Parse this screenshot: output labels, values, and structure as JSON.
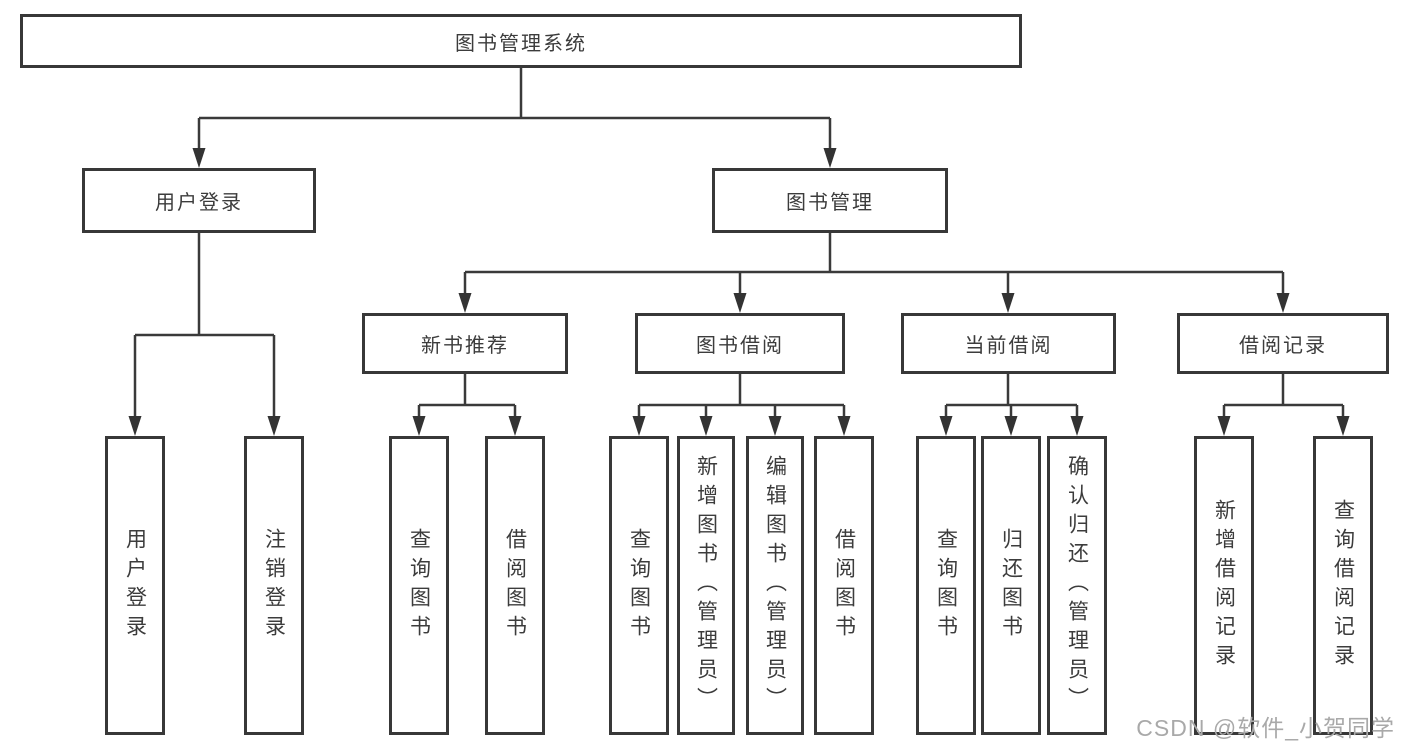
{
  "diagram_title": "图书管理系统",
  "nodes": {
    "root": "图书管理系统",
    "user_login": "用户登录",
    "book_mgmt": "图书管理",
    "new_book_rec": "新书推荐",
    "book_borrow": "图书借阅",
    "current_borrow": "当前借阅",
    "borrow_records": "借阅记录",
    "leaf_user_login": "用户登录",
    "leaf_logout": "注销登录",
    "leaf_query_books_1": "查询图书",
    "leaf_borrow_books_1": "借阅图书",
    "leaf_query_books_2": "查询图书",
    "leaf_add_books": "新增图书（管理员）",
    "leaf_edit_books": "编辑图书（管理员）",
    "leaf_borrow_books_2": "借阅图书",
    "leaf_query_books_3": "查询图书",
    "leaf_return_books": "归还图书",
    "leaf_confirm_return": "确认归还（管理员）",
    "leaf_add_borrow_record": "新增借阅记录",
    "leaf_query_borrow_record": "查询借阅记录"
  },
  "hierarchy": {
    "图书管理系统": [
      "用户登录",
      "图书管理"
    ],
    "用户登录": [
      "用户登录",
      "注销登录"
    ],
    "图书管理": [
      "新书推荐",
      "图书借阅",
      "当前借阅",
      "借阅记录"
    ],
    "新书推荐": [
      "查询图书",
      "借阅图书"
    ],
    "图书借阅": [
      "查询图书",
      "新增图书（管理员）",
      "编辑图书（管理员）",
      "借阅图书"
    ],
    "当前借阅": [
      "查询图书",
      "归还图书",
      "确认归还（管理员）"
    ],
    "借阅记录": [
      "新增借阅记录",
      "查询借阅记录"
    ]
  },
  "watermark": "CSDN @软件_小贺同学",
  "colors": {
    "line": "#3a3a3a",
    "box_border": "#383838",
    "text": "#3c3c3c",
    "watermark": "#a9a9a9",
    "background": "#ffffff"
  }
}
